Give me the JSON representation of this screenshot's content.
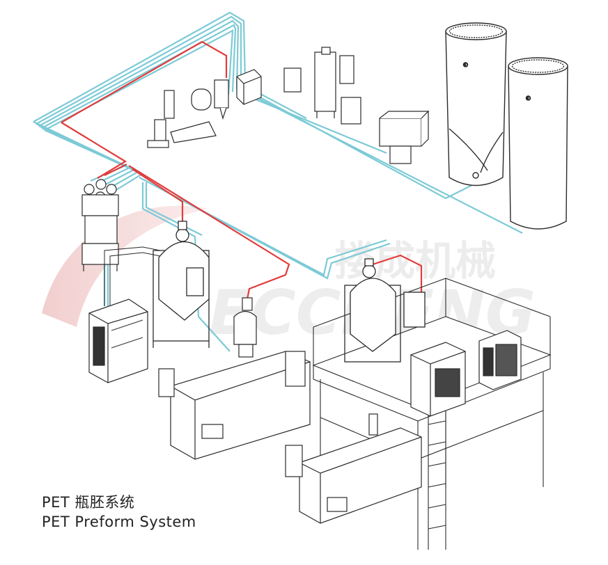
{
  "caption": {
    "title_cn": "PET 瓶胚系统",
    "title_en": "PET Preform System"
  },
  "watermark": {
    "cn": "搂成机械",
    "en": "ECCHENG"
  },
  "colors": {
    "pipe_blue": "#7ccad6",
    "pipe_red": "#e23b3b",
    "line": "#2a2a2a",
    "watermark": "#e9e9e9",
    "watermark_swoosh": "#f3d6d6"
  },
  "icons": [
    "silo-icon",
    "hopper-dryer-icon",
    "injection-machine-icon",
    "chiller-icon",
    "vacuum-loader-icon",
    "platform-icon"
  ]
}
